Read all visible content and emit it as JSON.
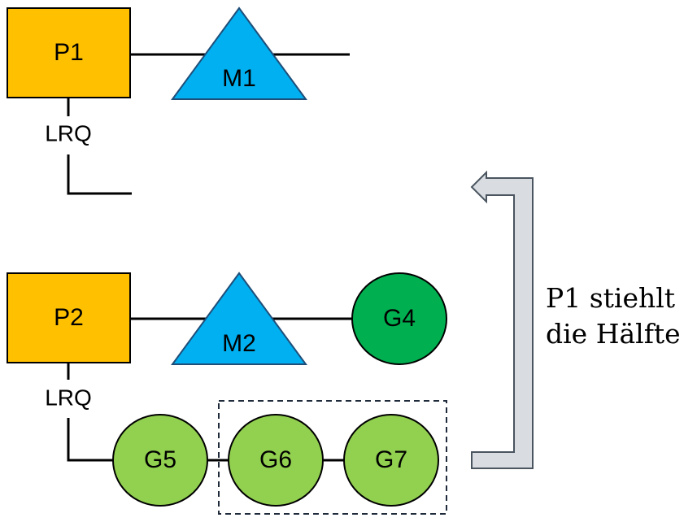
{
  "colors": {
    "processor": "#FFC000",
    "machine": "#00B0F0",
    "goroutine_running": "#00B050",
    "goroutine_queued": "#92D050",
    "arrow_fill": "#D9DDE2",
    "arrow_stroke": "#4A5560",
    "line": "#000000"
  },
  "top": {
    "processor_label": "P1",
    "machine_label": "M1",
    "queue_label": "LRQ"
  },
  "bottom": {
    "processor_label": "P2",
    "machine_label": "M2",
    "running_goroutine_label": "G4",
    "queue_label": "LRQ",
    "queue": [
      {
        "label": "G5"
      },
      {
        "label": "G6"
      },
      {
        "label": "G7"
      }
    ]
  },
  "steal_note": {
    "line1": "P1 stiehlt",
    "line2": "die Hälfte"
  }
}
